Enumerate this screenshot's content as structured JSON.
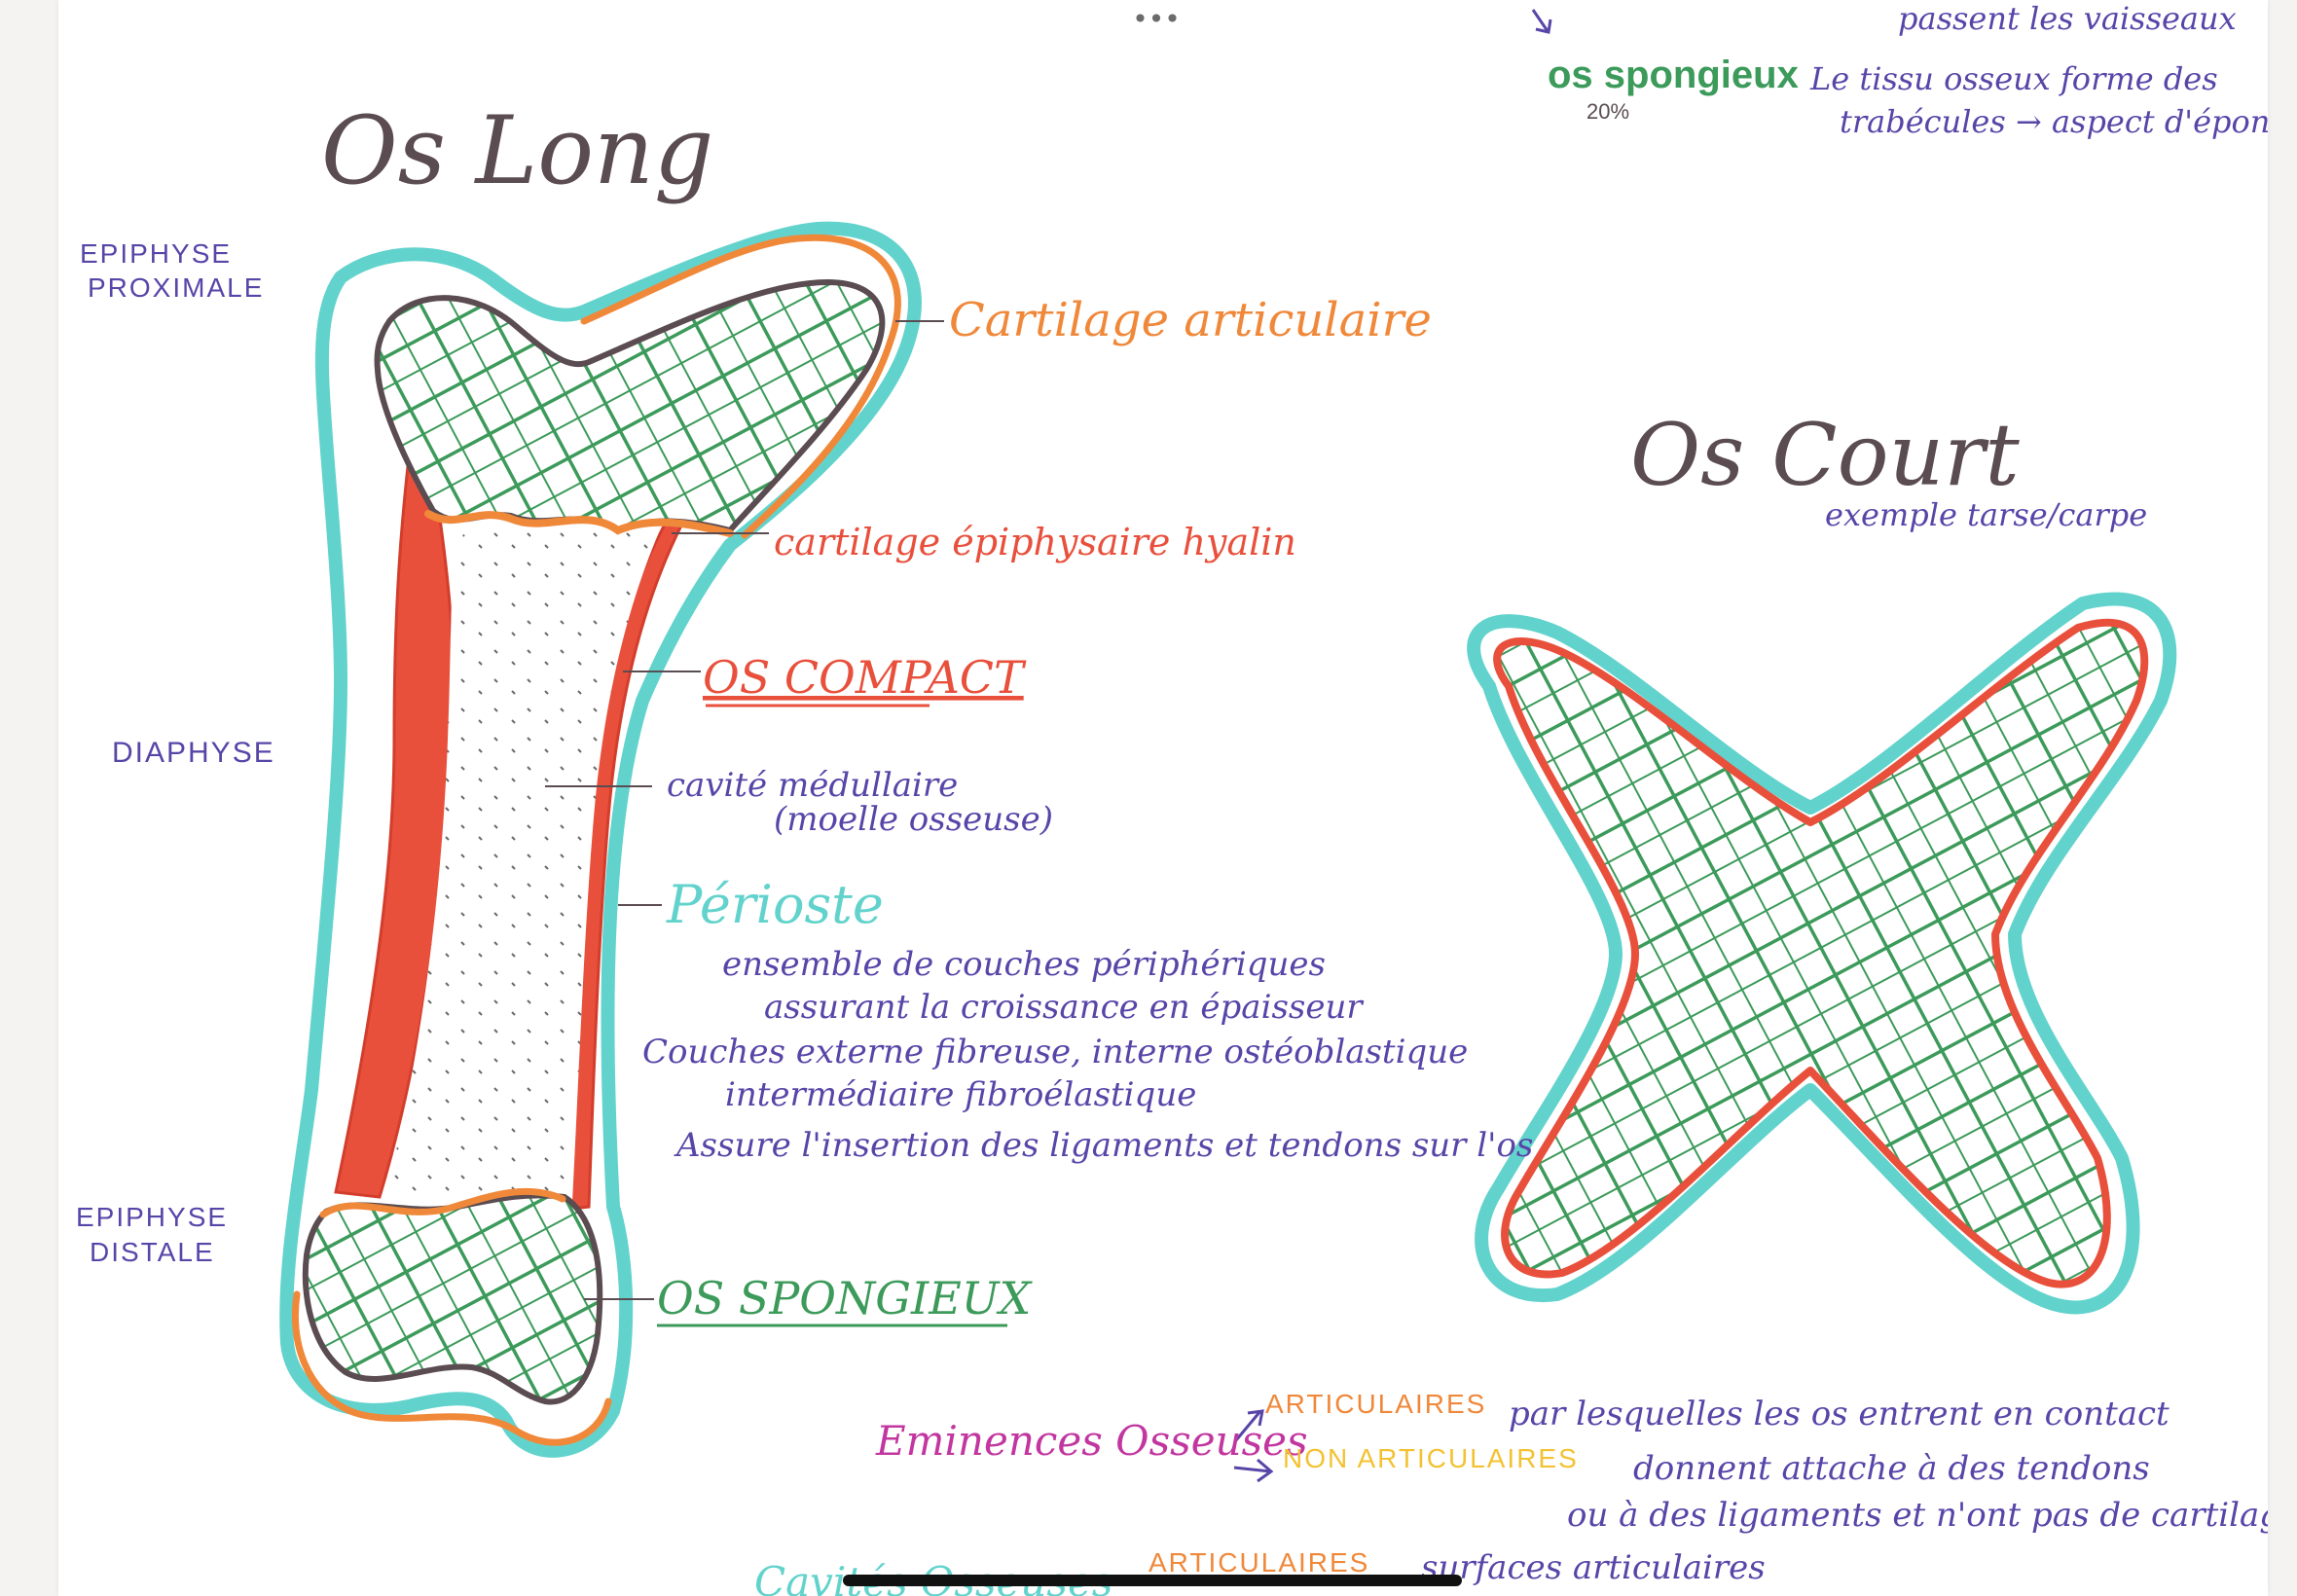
{
  "colors": {
    "pen": "#5a4c50",
    "purple": "#5845a8",
    "orange": "#f0883a",
    "red": "#e8503c",
    "cyan": "#62d3cc",
    "green": "#3c9a5a",
    "magenta": "#c236a0",
    "yellow": "#f3c232"
  },
  "toolbar": {
    "more_icon": "more-dots-icon",
    "more_glyph": "•••"
  },
  "top_notes": {
    "line_top": "passent les vaisseaux",
    "spongieux_title": "os spongieux",
    "spongieux_pct": "20%",
    "spongieux_line1": "Le tissu osseux forme des",
    "spongieux_line2": "trabécules → aspect d'éponge"
  },
  "long_bone": {
    "title": "Os Long",
    "epiphyse_proximale_1": "EPIPHYSE",
    "epiphyse_proximale_2": "PROXIMALE",
    "diaphyse": "DIAPHYSE",
    "epiphyse_distale_1": "EPIPHYSE",
    "epiphyse_distale_2": "DISTALE",
    "cartilage_articulaire": "Cartilage articulaire",
    "cartilage_epiphysaire": "cartilage épiphysaire hyalin",
    "os_compact": "OS COMPACT",
    "cavite_1": "cavité médullaire",
    "cavite_2": "(moelle osseuse)",
    "perioste": "Périoste",
    "perioste_line1": "ensemble de couches périphériques",
    "perioste_line2": "assurant la croissance en épaisseur",
    "perioste_line3": "Couches externe fibreuse,   interne ostéoblastique",
    "perioste_line4": "intermédiaire fibroélastique",
    "perioste_line5": "Assure l'insertion des ligaments et tendons sur l'os",
    "os_spongieux": "OS SPONGIEUX"
  },
  "short_bone": {
    "title": "Os Court",
    "example": "exemple tarse/carpe"
  },
  "eminences": {
    "title": "Eminences Osseuses",
    "articulaires": "ARTICULAIRES",
    "articulaires_desc": "par lesquelles les os entrent en contact",
    "non_articulaires": "NON ARTICULAIRES",
    "non_articulaires_desc1": "donnent attache à des tendons",
    "non_articulaires_desc2": "ou à des ligaments et n'ont pas de cartilage"
  },
  "bottom_cut": {
    "cavites": "Cavités Osseuses",
    "articulaires": "ARTICULAIRES",
    "surfaces": "surfaces articulaires"
  }
}
